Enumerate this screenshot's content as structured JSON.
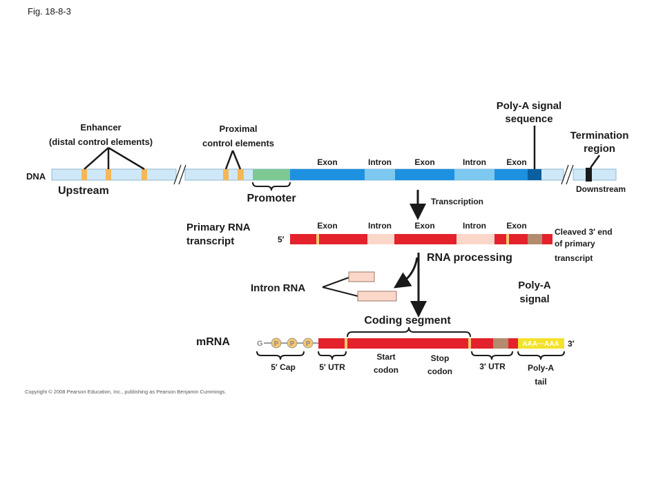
{
  "figure_label": "Fig. 18-8-3",
  "dna": {
    "label": "DNA",
    "upstream": "Upstream",
    "downstream": "Downstream",
    "enhancer_title": "Enhancer",
    "enhancer_subtitle": "(distal control elements)",
    "proximal_line1": "Proximal",
    "proximal_line2": "control elements",
    "promoter": "Promoter",
    "region_labels": [
      "Exon",
      "Intron",
      "Exon",
      "Intron",
      "Exon"
    ],
    "polya_signal_seq_line1": "Poly-A signal",
    "polya_signal_seq_line2": "sequence",
    "termination_line1": "Termination",
    "termination_line2": "region"
  },
  "transcription_label": "Transcription",
  "primary": {
    "label_line1": "Primary RNA",
    "label_line2": "transcript",
    "five_prime": "5′",
    "region_labels": [
      "Exon",
      "Intron",
      "Exon",
      "Intron",
      "Exon"
    ],
    "cleaved_line1": "Cleaved 3′ end",
    "cleaved_line2": "of primary",
    "cleaved_line3": "transcript"
  },
  "rna_processing_label": "RNA processing",
  "intron_rna_label": "Intron RNA",
  "polya_signal_line1": "Poly-A",
  "polya_signal_line2": "signal",
  "mrna": {
    "label": "mRNA",
    "cap_g": "G",
    "cap_p": [
      "P",
      "P",
      "P"
    ],
    "coding_segment": "Coding segment",
    "polya_text": "AAA···AAA",
    "three_prime": "3′",
    "five_cap": "5′ Cap",
    "five_utr": "5′ UTR",
    "start_line1": "Start",
    "start_line2": "codon",
    "stop_line1": "Stop",
    "stop_line2": "codon",
    "three_utr": "3′ UTR",
    "polya_tail_line1": "Poly-A",
    "polya_tail_line2": "tail"
  },
  "copyright": "Copyright © 2008 Pearson Education, Inc., publishing as Pearson Benjamin Cummings.",
  "colors": {
    "dna_light": "#cfe8f7",
    "exon_blue": "#1e90e0",
    "intron_blue": "#7cc8ef",
    "promoter_green": "#7ec894",
    "control_orange": "#f6b756",
    "polya_seq_blue": "#0a5fa0",
    "rna_red": "#e3222b",
    "intron_pink": "#fad7c8",
    "polya_brown": "#b48b6e",
    "tail_yellow": "#f3e22a",
    "cap_yellow": "#f6c770"
  }
}
